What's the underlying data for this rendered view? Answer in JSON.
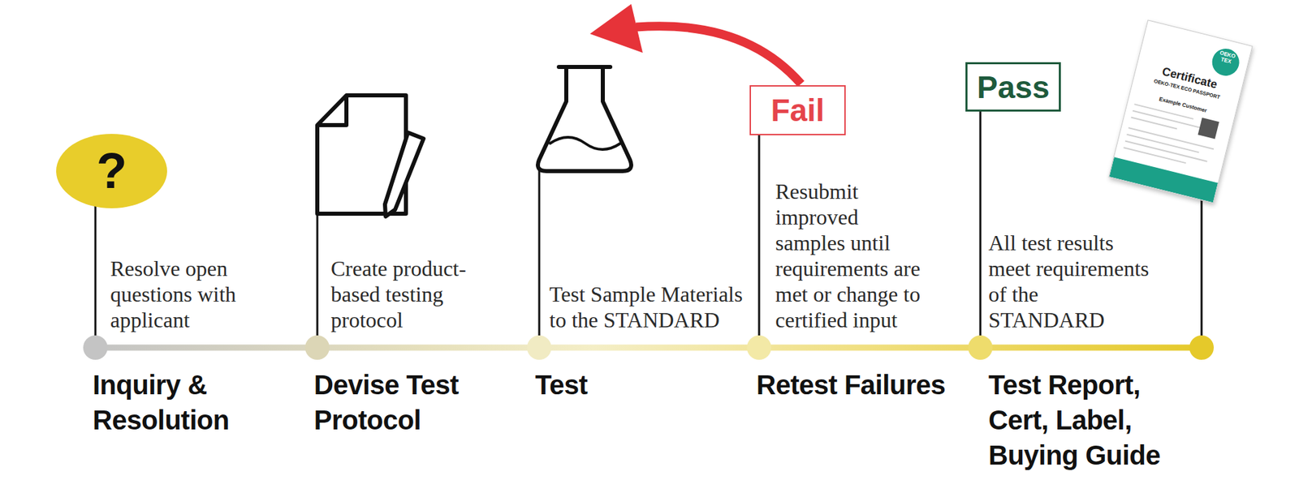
{
  "diagram": {
    "nodes": [
      {
        "text": [
          "?"
        ]
      },
      {
        "text": [
          "Fail"
        ]
      },
      {
        "text": [
          "Pass"
        ]
      },
      {
        "text": [
          "OEKO TEX",
          "Certificate",
          "OEKO-TEX ECO PASSPORT",
          "Example Customer"
        ]
      }
    ],
    "labels": [
      "Resolve open questions with applicant",
      "Inquiry & Resolution",
      "Create product-based testing protocol",
      "Devise Test Protocol",
      "Test Sample Materials to the STANDARD",
      "Test",
      "Resubmit improved samples until requirements are met or change to certified input",
      "Retest Failures",
      "All test results meet requirements of the STANDARD",
      "Test Report, Cert, Label, Buying Guide"
    ]
  }
}
